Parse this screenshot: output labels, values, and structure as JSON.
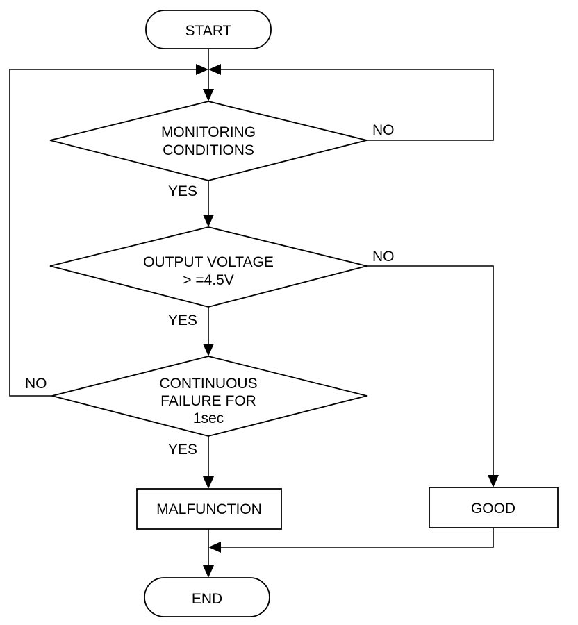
{
  "flowchart": {
    "start": "START",
    "end": "END",
    "decision1": {
      "line1": "MONITORING",
      "line2": "CONDITIONS"
    },
    "decision2": {
      "line1": "OUTPUT VOLTAGE",
      "line2": "> =4.5V"
    },
    "decision3": {
      "line1": "CONTINUOUS",
      "line2": "FAILURE FOR",
      "line3": "1sec"
    },
    "malfunction": "MALFUNCTION",
    "good": "GOOD",
    "labels": {
      "d1_yes": "YES",
      "d1_no": "NO",
      "d2_yes": "YES",
      "d2_no": "NO",
      "d3_yes": "YES",
      "d3_no": "NO"
    }
  }
}
